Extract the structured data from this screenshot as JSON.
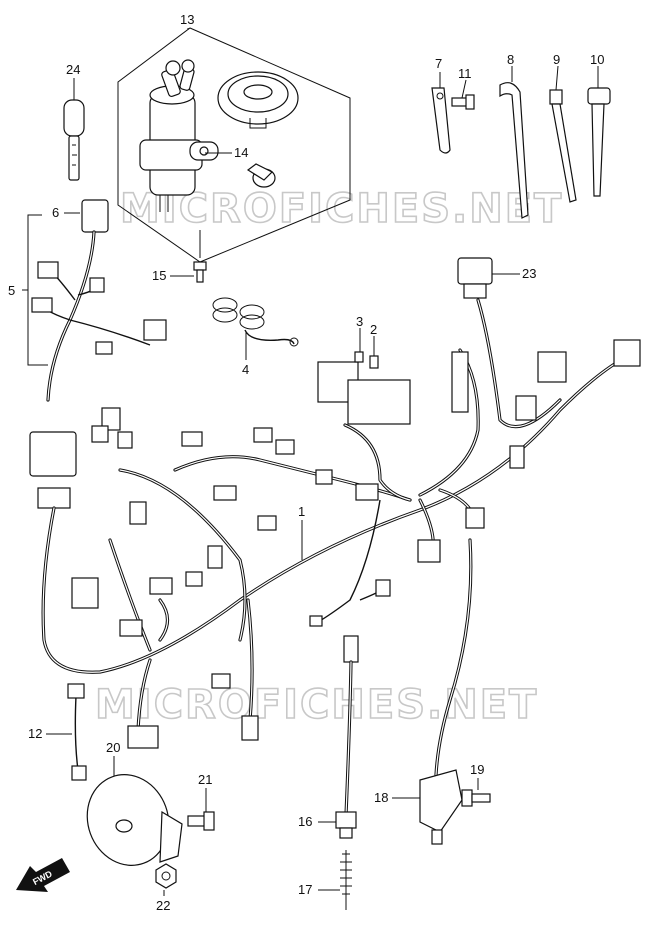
{
  "watermarks": [
    "MICROFICHES.NET",
    "MICROFICHES.NET"
  ],
  "fwd_label": "FWD",
  "callouts": [
    {
      "id": "c1",
      "label": "1"
    },
    {
      "id": "c2",
      "label": "2"
    },
    {
      "id": "c3",
      "label": "3"
    },
    {
      "id": "c4",
      "label": "4"
    },
    {
      "id": "c5",
      "label": "5"
    },
    {
      "id": "c6",
      "label": "6"
    },
    {
      "id": "c7",
      "label": "7"
    },
    {
      "id": "c8",
      "label": "8"
    },
    {
      "id": "c9",
      "label": "9"
    },
    {
      "id": "c10",
      "label": "10"
    },
    {
      "id": "c11",
      "label": "11"
    },
    {
      "id": "c12",
      "label": "12"
    },
    {
      "id": "c13",
      "label": "13"
    },
    {
      "id": "c14",
      "label": "14"
    },
    {
      "id": "c15",
      "label": "15"
    },
    {
      "id": "c16",
      "label": "16"
    },
    {
      "id": "c17",
      "label": "17"
    },
    {
      "id": "c18",
      "label": "18"
    },
    {
      "id": "c19",
      "label": "19"
    },
    {
      "id": "c20",
      "label": "20"
    },
    {
      "id": "c21",
      "label": "21"
    },
    {
      "id": "c22",
      "label": "22"
    },
    {
      "id": "c23",
      "label": "23"
    },
    {
      "id": "c24",
      "label": "24"
    }
  ]
}
